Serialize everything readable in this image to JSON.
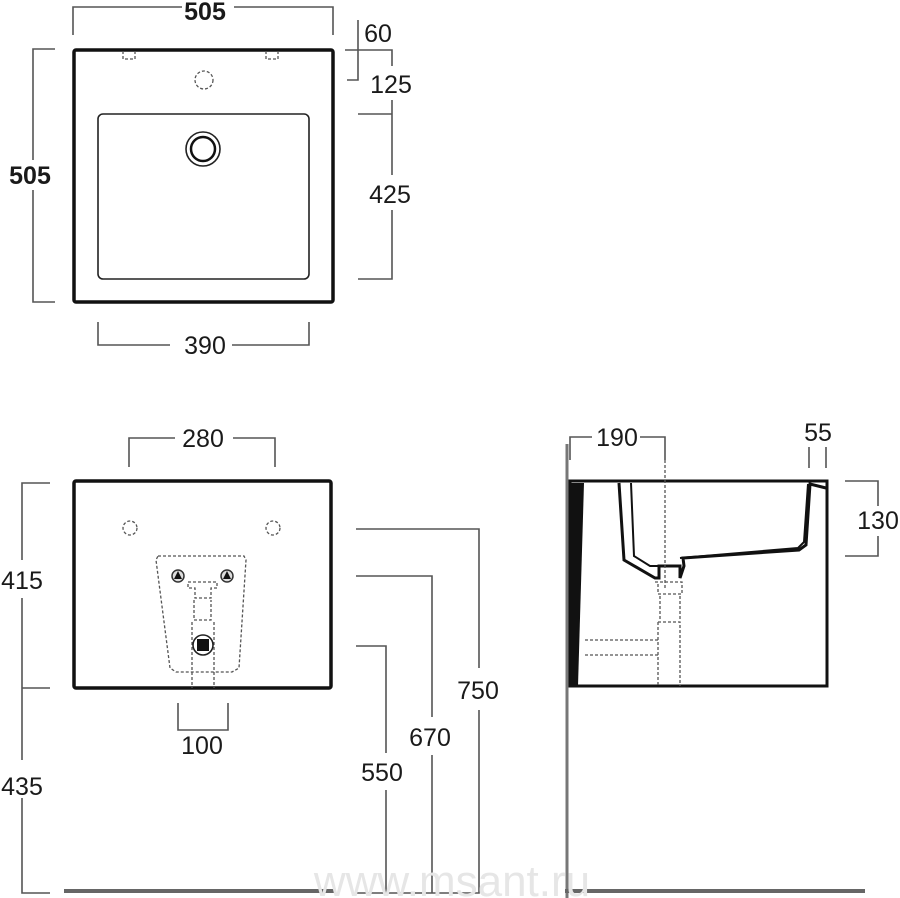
{
  "top_view": {
    "overall_width": "505",
    "overall_depth": "505",
    "tap_hole_offset": "60",
    "basin_offset": "125",
    "basin_depth": "425",
    "basin_width": "390"
  },
  "front_view": {
    "fixing_holes_spacing": "280",
    "outlet_width": "100",
    "height_upper": "415",
    "height_lower": "435",
    "height_550": "550",
    "height_670": "670",
    "height_750": "750"
  },
  "side_view": {
    "drain_from_wall": "190",
    "rim_thickness": "55",
    "basin_height": "130"
  },
  "watermark": "www.msant.ru"
}
